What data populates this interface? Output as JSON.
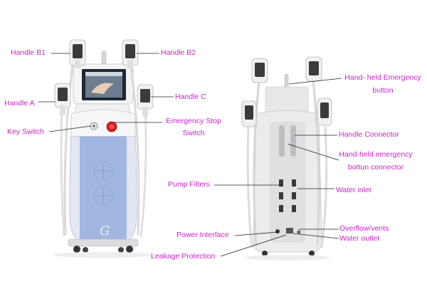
{
  "colors": {
    "label": "#cc22c8",
    "leader": "#222222",
    "body_blue": "#9fb6e0",
    "body_white": "#f3f3f5",
    "handle_dark": "#3a3a3a",
    "back_gray": "#e6e6e8"
  },
  "labels": {
    "handle_b1": "Handle B1",
    "handle_b2": "Handle B2",
    "handle_a": "Handle A",
    "handle_c": "Handle C",
    "key_switch": "Key Switch",
    "emergency_stop_1": "Emergency Stop",
    "emergency_stop_2": "Switch",
    "handheld_emergency_1": "Hand- held Emergency",
    "handheld_emergency_2": "button",
    "handle_connector": "Handle Connector",
    "handheld_connector_1": "Hand-held emergency",
    "handheld_connector_2": "bottun connector",
    "pump_filters": "Pump Filters",
    "water_inlet": "Water inlet",
    "overflow_vents": "Overflow/vents",
    "water_outlet": "Water outlet",
    "power_interface": "Power Interface",
    "leakage_protection": "Leakage Protection"
  }
}
